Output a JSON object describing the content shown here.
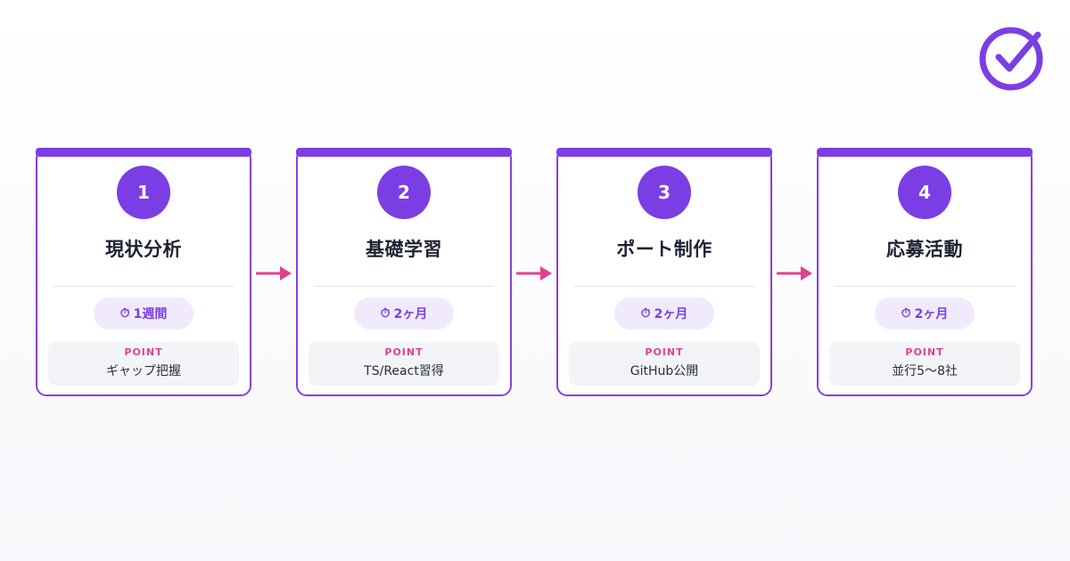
{
  "colors": {
    "accent": "#7b3ee5",
    "card_border": "#8b3fd9",
    "point_label": "#e0418e",
    "arrow": "#e0418e",
    "pill_bg": "#f1eafc",
    "point_bg": "#f2f4f8"
  },
  "logo_icon": "check-circle-icon",
  "steps": [
    {
      "number": "1",
      "title": "現状分析",
      "duration_icon": "⏱",
      "duration": "1週間",
      "point_label": "POINT",
      "point_text": "ギャップ把握"
    },
    {
      "number": "2",
      "title": "基礎学習",
      "duration_icon": "⏱",
      "duration": "2ヶ月",
      "point_label": "POINT",
      "point_text": "TS/React習得"
    },
    {
      "number": "3",
      "title": "ポート制作",
      "duration_icon": "⏱",
      "duration": "2ヶ月",
      "point_label": "POINT",
      "point_text": "GitHub公開"
    },
    {
      "number": "4",
      "title": "応募活動",
      "duration_icon": "⏱",
      "duration": "2ヶ月",
      "point_label": "POINT",
      "point_text": "並行5〜8社"
    }
  ]
}
